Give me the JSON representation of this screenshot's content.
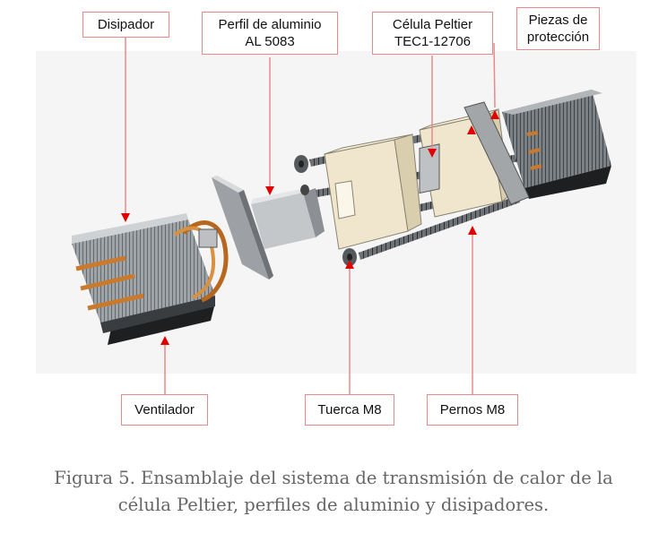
{
  "labels": {
    "disipador": "Disipador",
    "perfil_line1": "Perfil de aluminio",
    "perfil_line2": "AL 5083",
    "celula_line1": "Célula Peltier",
    "celula_line2": "TEC1-12706",
    "piezas_line1": "Piezas de",
    "piezas_line2": "protección",
    "ventilador": "Ventilador",
    "tuerca": "Tuerca M8",
    "pernos": "Pernos M8"
  },
  "caption": {
    "line1": "Figura 5. Ensamblaje del sistema de transmisión de calor de la",
    "line2": "célula Peltier, perfiles de aluminio y disipadores."
  },
  "colors": {
    "callout_border": "#e98a8a",
    "arrow": "#e00000",
    "leader": "#e98a8a",
    "foam": "#efe6cd",
    "aluminum": "#c9cbcd",
    "copper": "#c97a2c"
  }
}
